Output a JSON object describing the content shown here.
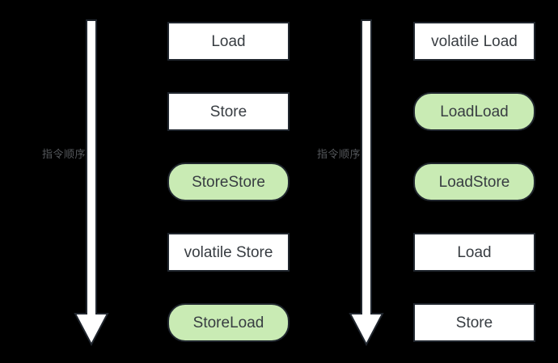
{
  "diagram": {
    "title": "volatile memory barrier instruction ordering",
    "background_color": "#000000",
    "colors": {
      "instruction_fill": "#ffffff",
      "barrier_fill": "#c9ebb4",
      "border": "#20262e",
      "node_text": "#383d42",
      "arrow_fill": "#ffffff",
      "arrow_outline": "#20262e",
      "label_text": "#55585c"
    }
  },
  "arrows": {
    "left": {
      "label": "指令顺序",
      "direction": "down"
    },
    "right": {
      "label": "指令顺序",
      "direction": "down"
    }
  },
  "columns": {
    "left": {
      "boxes": [
        {
          "label": "Load",
          "type": "instruction"
        },
        {
          "label": "Store",
          "type": "instruction"
        },
        {
          "label": "StoreStore",
          "type": "barrier"
        },
        {
          "label": "volatile Store",
          "type": "instruction"
        },
        {
          "label": "StoreLoad",
          "type": "barrier"
        }
      ]
    },
    "right": {
      "boxes": [
        {
          "label": "volatile Load",
          "type": "instruction"
        },
        {
          "label": "LoadLoad",
          "type": "barrier"
        },
        {
          "label": "LoadStore",
          "type": "barrier"
        },
        {
          "label": "Load",
          "type": "instruction"
        },
        {
          "label": "Store",
          "type": "instruction"
        }
      ]
    }
  }
}
